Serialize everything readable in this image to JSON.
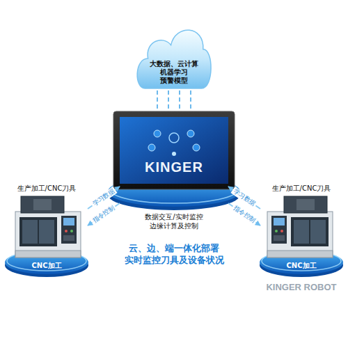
{
  "diagram": {
    "caption": "云、边、端一体化部署 实时监控刀具及设备状况",
    "nodes": [
      {
        "text": [
          "大数据、云计算 机器学习 预警模型"
        ]
      },
      {
        "text": [
          "数据交互/实时监控 边缘计算及控制"
        ]
      },
      {
        "text": [
          "生产加工/CNC刀具",
          "CNC加工"
        ]
      },
      {
        "text": [
          "生产加工/CNC刀具",
          "CNC加工"
        ]
      }
    ],
    "edges": [
      {
        "from": 0,
        "to": 1,
        "arrow": "none"
      },
      {
        "from": 2,
        "to": 1,
        "label": "学习数据",
        "arrow": "to"
      },
      {
        "from": 1,
        "to": 2,
        "label": "指令控制",
        "arrow": "to"
      },
      {
        "from": 3,
        "to": 1,
        "label": "学习数据",
        "arrow": "to"
      },
      {
        "from": 1,
        "to": 3,
        "label": "指令控制",
        "arrow": "to"
      }
    ],
    "labels": [
      "KINGER",
      "KINGER ROBOT"
    ]
  }
}
